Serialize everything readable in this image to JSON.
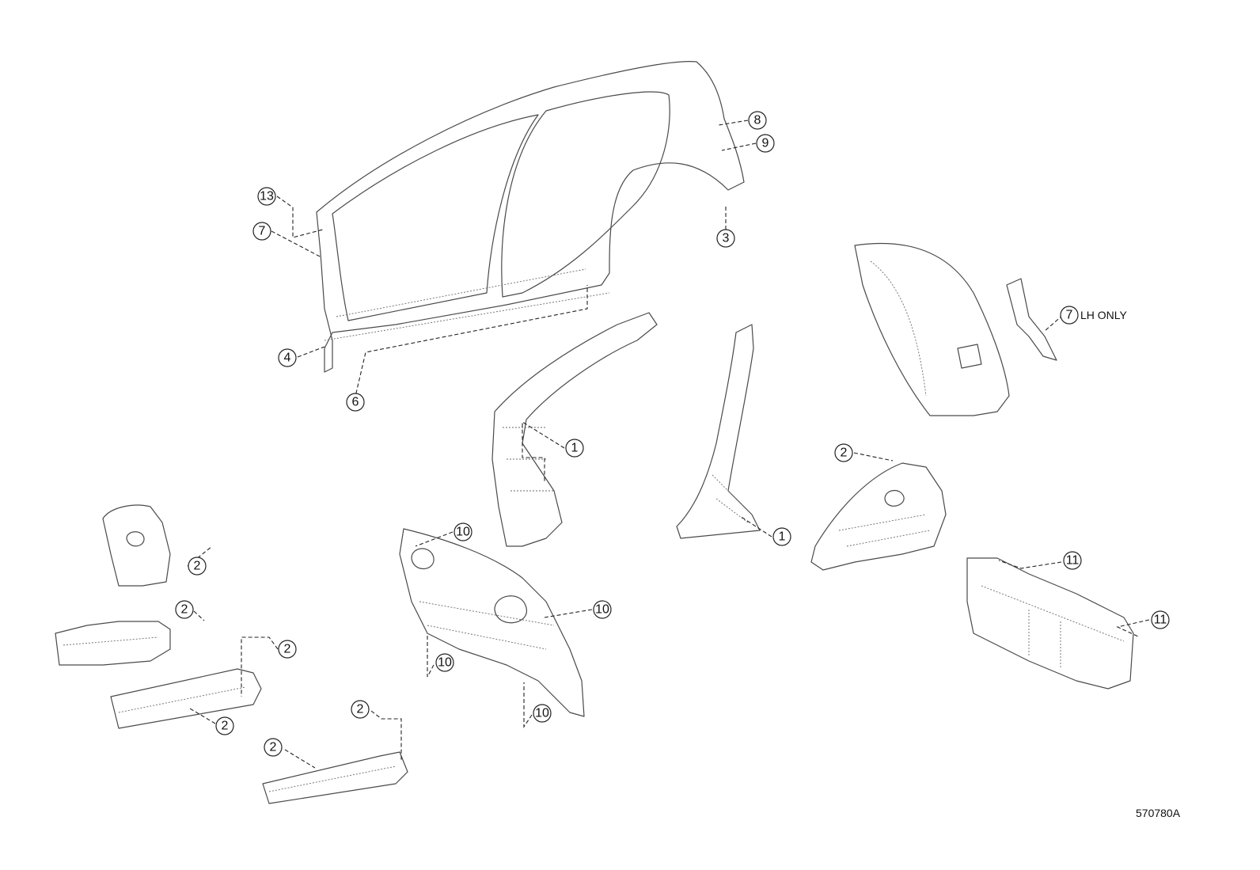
{
  "callouts": [
    {
      "label": "13"
    },
    {
      "label": "7"
    },
    {
      "label": "4"
    },
    {
      "label": "6"
    },
    {
      "label": "8"
    },
    {
      "label": "9"
    },
    {
      "label": "3"
    },
    {
      "label": "1"
    },
    {
      "label": "1"
    },
    {
      "label": "2"
    },
    {
      "label": "7"
    },
    {
      "label": "2"
    },
    {
      "label": "2"
    },
    {
      "label": "2"
    },
    {
      "label": "2"
    },
    {
      "label": "2"
    },
    {
      "label": "2"
    },
    {
      "label": "10"
    },
    {
      "label": "10"
    },
    {
      "label": "10"
    },
    {
      "label": "10"
    },
    {
      "label": "11"
    },
    {
      "label": "11"
    }
  ],
  "notes": {
    "lh_only": "LH ONLY"
  },
  "figure_number": "570780A"
}
